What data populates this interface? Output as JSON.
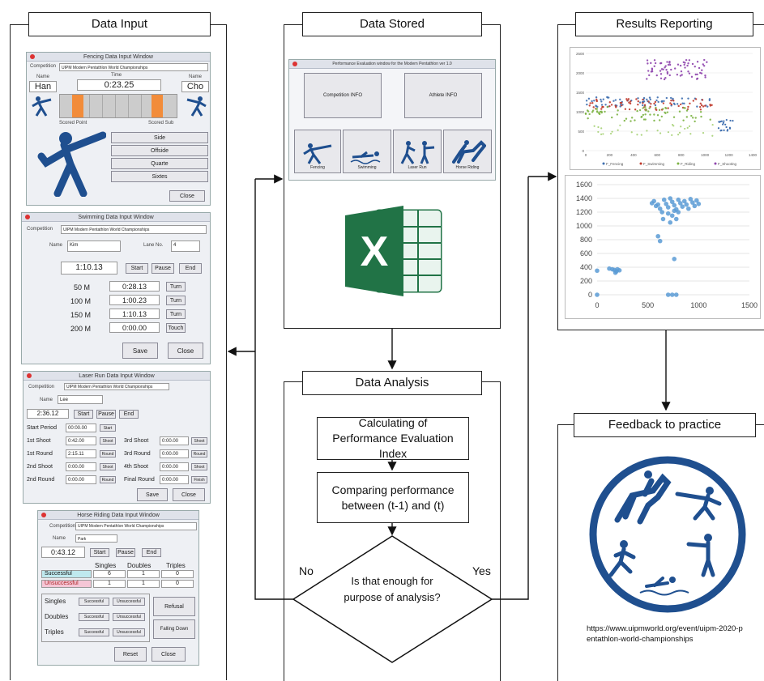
{
  "panels": {
    "input_title": "Data Input",
    "stored_title": "Data Stored",
    "results_title": "Results Reporting",
    "analysis_title": "Data Analysis",
    "feedback_title": "Feedback to practice"
  },
  "analysis": {
    "step1": "Calculating of Performance Evaluation Index",
    "step2": "Comparing performance between (t-1) and (t)",
    "decision": "Is that enough for purpose of analysis?",
    "no_label": "No",
    "yes_label": "Yes"
  },
  "fencing_window": {
    "title": "Fencing Data Input Window",
    "competition_label": "Competition",
    "competition_value": "UIPM Modern Pentathlon World Championships",
    "name_left_label": "Name",
    "name_left": "Han",
    "name_right_label": "Name",
    "name_right": "Cho",
    "time_label": "Time",
    "time_value": "0:23.25",
    "position_label": "Scored Point",
    "scored_label": "Scored Sub",
    "buttons": [
      "Side",
      "Offside",
      "Quarte",
      "Sixtes"
    ],
    "close": "Close"
  },
  "swimming_window": {
    "title": "Swimming Data Input Window",
    "competition_label": "Competition",
    "competition_value": "UIPM Modern Pentathlon World Championships",
    "name_label": "Name",
    "name_value": "Kim",
    "lane_label": "Lane No.",
    "lane_value": "4",
    "total_time": "1:10.13",
    "top_buttons": [
      "Start",
      "Pause",
      "End"
    ],
    "splits": [
      {
        "label": "50 M",
        "time": "0:28.13",
        "btn": "Turn"
      },
      {
        "label": "100 M",
        "time": "1:00.23",
        "btn": "Turn"
      },
      {
        "label": "150 M",
        "time": "1:10.13",
        "btn": "Turn"
      },
      {
        "label": "200 M",
        "time": "0:00.00",
        "btn": "Touch"
      }
    ],
    "save": "Save",
    "close": "Close"
  },
  "laserrun_window": {
    "title": "Laser Run Data Input Window",
    "competition_label": "Competition",
    "competition_value": "UIPM Modern Pentathlon World Championships",
    "name_label": "Name",
    "name_value": "Lee",
    "total_time": "2:36.12",
    "top_buttons": [
      "Start",
      "Pause",
      "End"
    ],
    "rows_left": [
      {
        "label": "Start Period",
        "time": "00:00.00",
        "btn": "Start"
      },
      {
        "label": "1st Shoot",
        "time": "0:42.00",
        "btn": "Shoot"
      },
      {
        "label": "1st Round",
        "time": "2:15.11",
        "btn": "Round"
      },
      {
        "label": "2nd Shoot",
        "time": "0:00.00",
        "btn": "Shoot"
      },
      {
        "label": "2nd Round",
        "time": "0:00.00",
        "btn": "Round"
      }
    ],
    "rows_right": [
      {
        "label": "3rd Shoot",
        "time": "0:00.00",
        "btn": "Shoot"
      },
      {
        "label": "3rd Round",
        "time": "0:00.00",
        "btn": "Round"
      },
      {
        "label": "4th Shoot",
        "time": "0:00.00",
        "btn": "Shoot"
      },
      {
        "label": "Final Round",
        "time": "0:00.00",
        "btn": "Finish"
      }
    ],
    "save": "Save",
    "close": "Close"
  },
  "riding_window": {
    "title": "Horse Riding Data Input Window",
    "competition_label": "Competition",
    "competition_value": "UIPM Modern Pentathlon World Championships",
    "name_label": "Name",
    "name_value": "Park",
    "total_time": "0:43.12",
    "top_buttons": [
      "Start",
      "Pause",
      "End"
    ],
    "table_headers": [
      "Singles",
      "Doubles",
      "Triples"
    ],
    "row_success_label": "Successful",
    "row_success": [
      "6",
      "1",
      "0"
    ],
    "row_fail_label": "Unsuccessful",
    "row_fail": [
      "1",
      "1",
      "0"
    ],
    "jump_rows": [
      "Singles",
      "Doubles",
      "Triples"
    ],
    "jump_buttons": [
      "Successful",
      "Unsuccessful"
    ],
    "refusal": "Refusal",
    "fall": "Falling Down",
    "reset": "Reset",
    "close": "Close"
  },
  "stored_window": {
    "title": "Performance Evaluation window for the Modern Pentathlon ver 1.0",
    "competition_info": "Competition INFO",
    "athlete_info": "Athlete INFO",
    "events": [
      "Fencing",
      "Swimming",
      "Laser Run",
      "Horse Riding"
    ]
  },
  "excel": {
    "letter": "X"
  },
  "chart1": {
    "legend": [
      "F_Fencing",
      "F_Swimming",
      "F_Riding",
      "F_Shooting"
    ],
    "y_ticks": [
      "2500",
      "2000",
      "1500",
      "1000",
      "500",
      "0"
    ],
    "x_ticks": [
      "0",
      "200",
      "400",
      "600",
      "800",
      "1000",
      "1200",
      "1400"
    ]
  },
  "chart_data": {
    "type": "scatter",
    "title": "",
    "xlabel": "",
    "ylabel": "",
    "xlim": [
      0,
      1500
    ],
    "ylim": [
      0,
      1600
    ],
    "x_ticks": [
      "0",
      "500",
      "1000",
      "1500"
    ],
    "y_ticks": [
      "0",
      "200",
      "400",
      "600",
      "800",
      "1000",
      "1200",
      "1400",
      "1600"
    ],
    "points": [
      [
        0,
        0
      ],
      [
        0,
        350
      ],
      [
        120,
        380
      ],
      [
        150,
        370
      ],
      [
        170,
        360
      ],
      [
        190,
        340
      ],
      [
        200,
        370
      ],
      [
        220,
        355
      ],
      [
        180,
        320
      ],
      [
        540,
        1330
      ],
      [
        560,
        1360
      ],
      [
        580,
        1290
      ],
      [
        600,
        1310
      ],
      [
        620,
        1250
      ],
      [
        640,
        1200
      ],
      [
        650,
        1100
      ],
      [
        660,
        1380
      ],
      [
        680,
        1320
      ],
      [
        700,
        1270
      ],
      [
        720,
        1400
      ],
      [
        740,
        1350
      ],
      [
        760,
        1300
      ],
      [
        780,
        1240
      ],
      [
        800,
        1380
      ],
      [
        820,
        1330
      ],
      [
        840,
        1280
      ],
      [
        860,
        1360
      ],
      [
        880,
        1310
      ],
      [
        900,
        1250
      ],
      [
        920,
        1390
      ],
      [
        940,
        1340
      ],
      [
        960,
        1290
      ],
      [
        980,
        1370
      ],
      [
        1000,
        1320
      ],
      [
        700,
        1180
      ],
      [
        720,
        1050
      ],
      [
        740,
        1150
      ],
      [
        760,
        1220
      ],
      [
        780,
        1100
      ],
      [
        800,
        1200
      ],
      [
        760,
        520
      ],
      [
        700,
        0
      ],
      [
        740,
        0
      ],
      [
        780,
        0
      ],
      [
        600,
        850
      ],
      [
        620,
        780
      ]
    ]
  },
  "feedback": {
    "url": "https://www.uipmworld.org/event/uipm-2020-pentathlon-world-championships"
  },
  "colors": {
    "excel_green": "#217346",
    "logo_blue": "#1f4f8f",
    "window_bg": "#eef0f4",
    "orange": "#f28c3a",
    "swim_highlight": "#bfe9ee",
    "fail_highlight": "#f5c6d6"
  }
}
